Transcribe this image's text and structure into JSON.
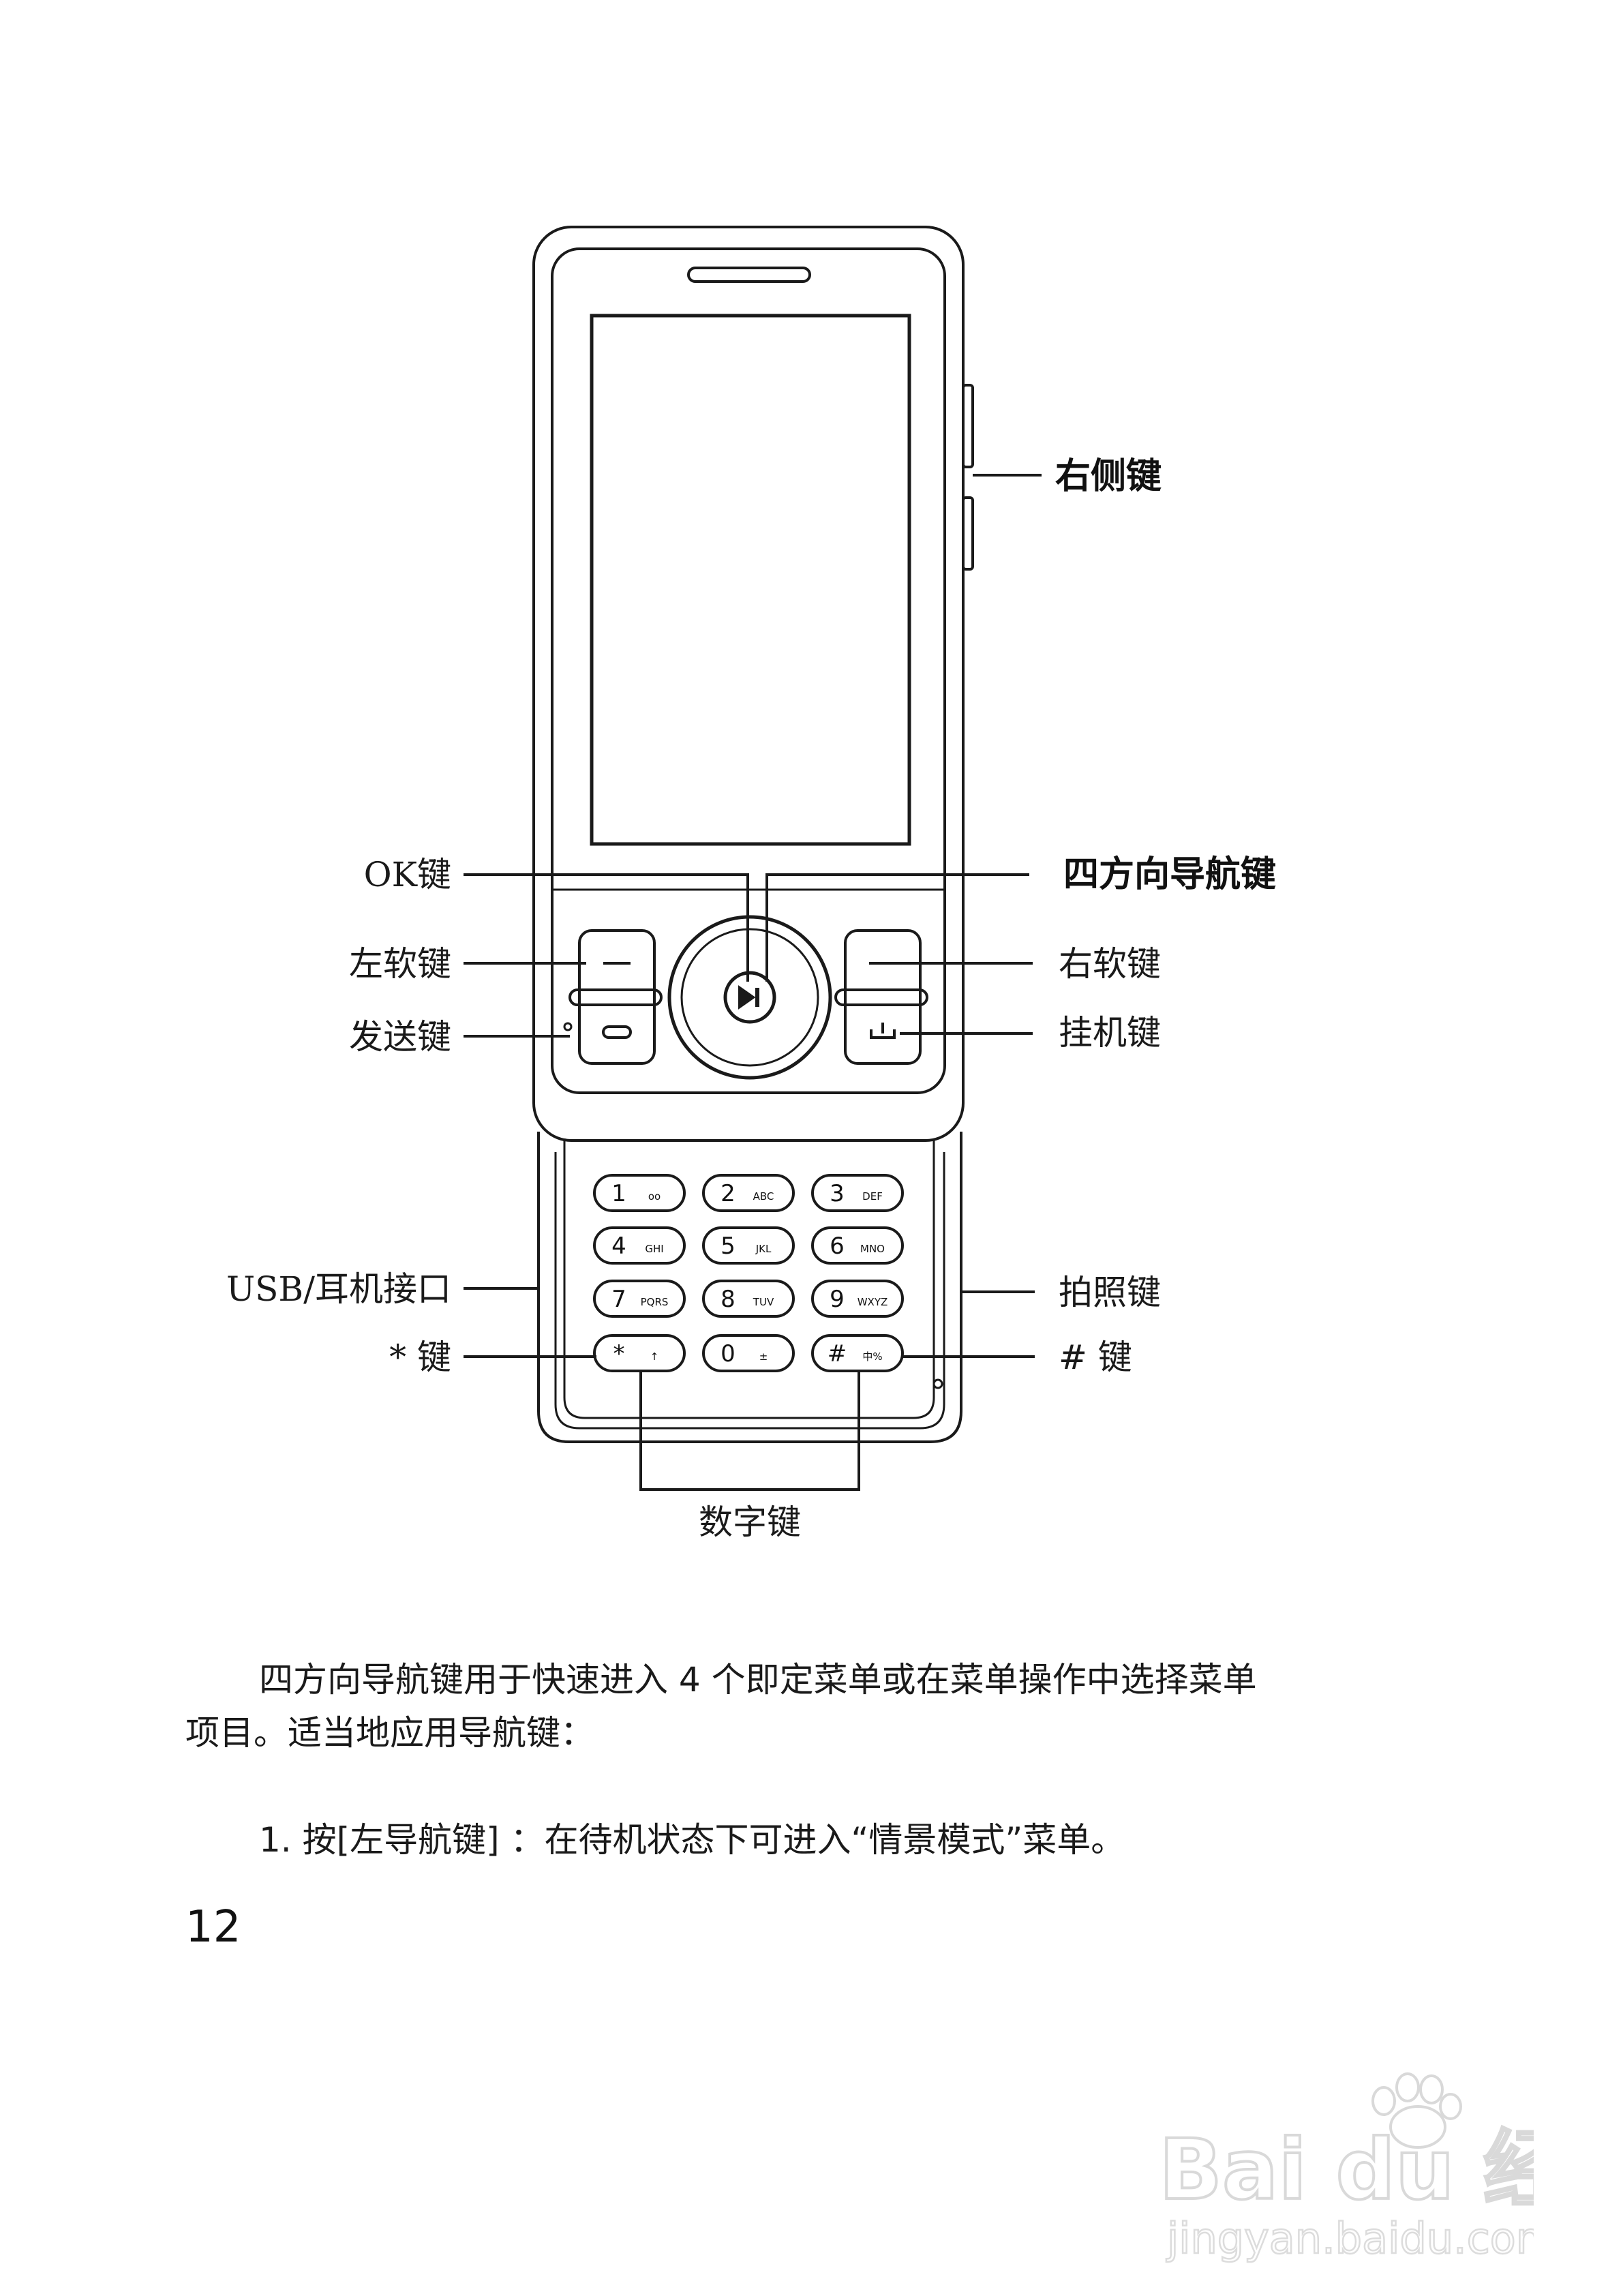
{
  "diagram": {
    "labels": {
      "right_side_key": "右侧键",
      "ok_key": "OK键",
      "nav_key": "四方向导航键",
      "left_soft_key": "左软键",
      "right_soft_key": "右软键",
      "send_key": "发送键",
      "end_key": "挂机键",
      "usb_port": "USB/耳机接口",
      "camera_key": "拍照键",
      "star_key": "* 键",
      "hash_key": "# 键",
      "number_keys": "数字键"
    },
    "keypad": [
      {
        "main": "1",
        "sub": "oo"
      },
      {
        "main": "2",
        "sub": "ABC"
      },
      {
        "main": "3",
        "sub": "DEF"
      },
      {
        "main": "4",
        "sub": "GHI"
      },
      {
        "main": "5",
        "sub": "JKL"
      },
      {
        "main": "6",
        "sub": "MNO"
      },
      {
        "main": "7",
        "sub": "PQRS"
      },
      {
        "main": "8",
        "sub": "TUV"
      },
      {
        "main": "9",
        "sub": "WXYZ"
      },
      {
        "main": "*",
        "sub": "↑"
      },
      {
        "main": "0",
        "sub": "±"
      },
      {
        "main": "#",
        "sub": "中%"
      }
    ]
  },
  "text": {
    "para1_line1": "四方向导航键用于快速进入 4 个即定菜单或在菜单操作中选择菜单",
    "para1_line2": "项目。适当地应用导航键：",
    "item1": "1.  按[左导航键] ：在待机状态下可进入“情景模式”菜单。",
    "page_number": "12"
  },
  "watermark": {
    "logo": "Bai du 经验",
    "url": "jingyan.baidu.com"
  }
}
